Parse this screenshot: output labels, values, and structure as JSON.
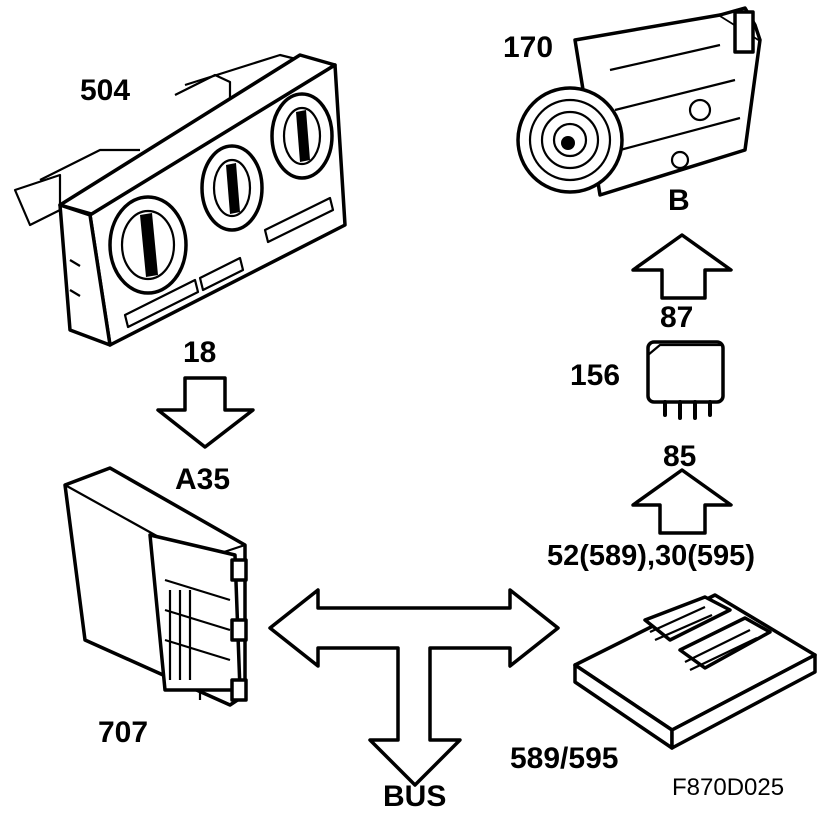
{
  "labels": {
    "control_panel": "504",
    "compressor": "170",
    "compressor_pin": "B",
    "relay_out": "87",
    "relay": "156",
    "relay_in": "85",
    "ecm_pins": "52(589),30(595)",
    "panel_pin": "18",
    "module_pin": "A35",
    "module": "707",
    "ecm": "589/595",
    "bus": "BUS",
    "figure_code": "F870D025"
  },
  "colors": {
    "ink": "#000000",
    "paper": "#ffffff"
  }
}
